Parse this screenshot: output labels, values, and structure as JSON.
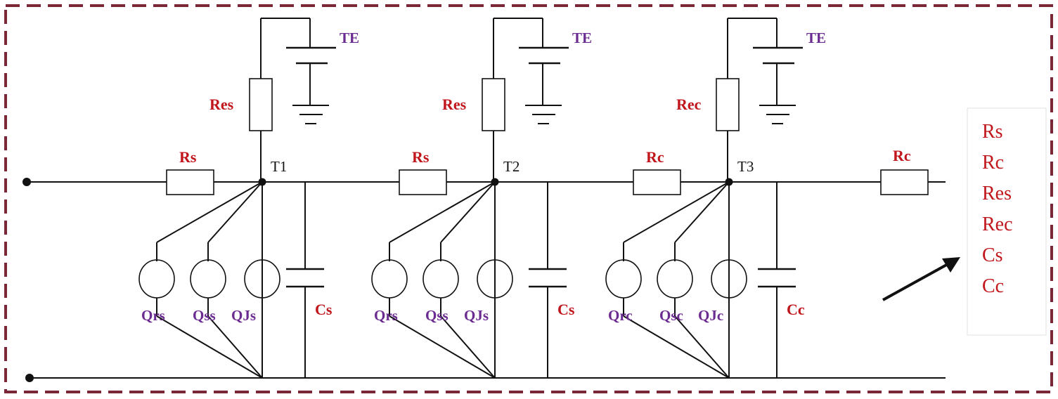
{
  "colors": {
    "frame": "#7a2838",
    "resistor_label": "#c0161c",
    "source_label": "#6b2c91",
    "wire": "#111111"
  },
  "nodes": [
    {
      "label": "T1",
      "earth": "TE",
      "earth_res": "Res",
      "series_res": "Rs",
      "sources": [
        "Qrs",
        "Qss",
        "QJs"
      ],
      "capacitor": "Cs"
    },
    {
      "label": "T2",
      "earth": "TE",
      "earth_res": "Res",
      "series_res": "Rs",
      "sources": [
        "Qrs",
        "Qss",
        "QJs"
      ],
      "capacitor": "Cs"
    },
    {
      "label": "T3",
      "earth": "TE",
      "earth_res": "Rec",
      "series_res": "Rc",
      "sources": [
        "Qrc",
        "Qsc",
        "QJc"
      ],
      "capacitor": "Cc"
    }
  ],
  "tail_res": "Rc",
  "legend": [
    "Rs",
    "Rc",
    "Res",
    "Rec",
    "Cs",
    "Cc"
  ]
}
